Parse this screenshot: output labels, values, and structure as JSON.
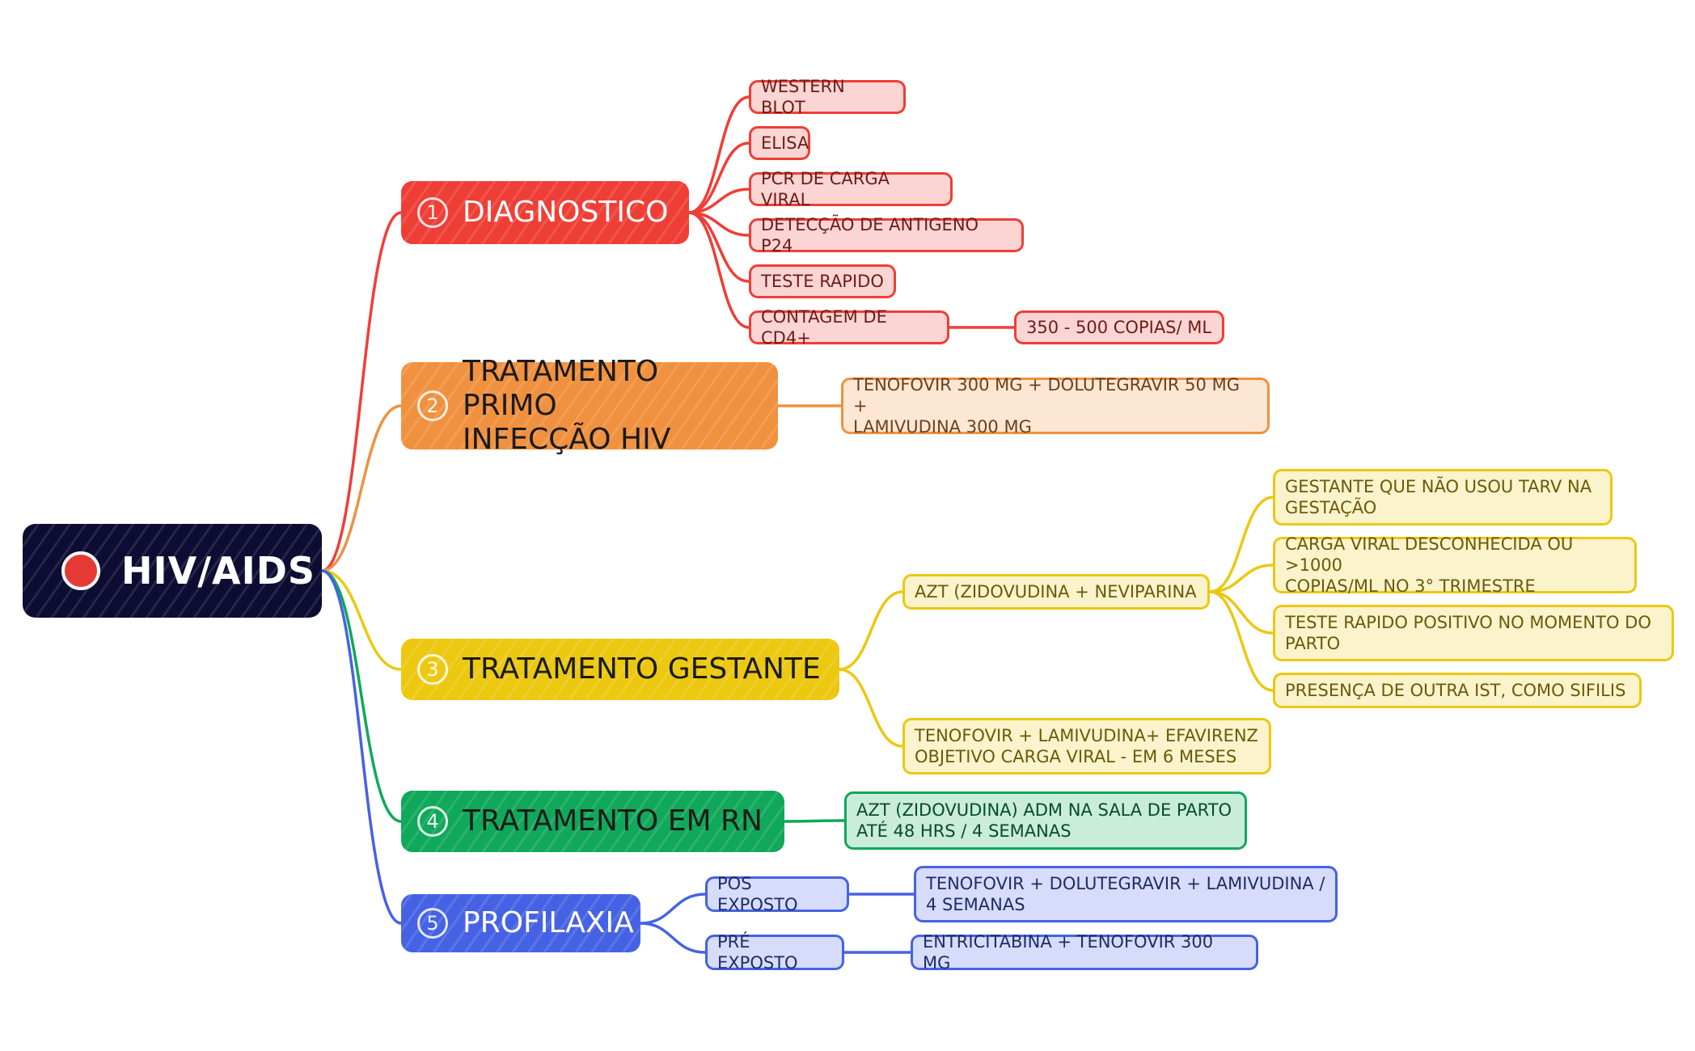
{
  "colors": {
    "root": "#0d0d33",
    "red": "#ef3e36",
    "orange": "#f0913f",
    "yellow": "#ecc811",
    "green": "#10a85a",
    "blue": "#4662e4"
  },
  "root": {
    "label": "HIV/AIDS"
  },
  "branches": [
    {
      "num": "1",
      "label": "DIAGNOSTICO",
      "color": "red",
      "children": [
        "WESTERN BLOT",
        "ELISA",
        "PCR DE CARGA VIRAL",
        "DETECÇÃO DE ANTIGENO P24",
        "TESTE RAPIDO",
        "CONTAGEM DE CD4+",
        "350 - 500 COPIAS/ ML"
      ]
    },
    {
      "num": "2",
      "label": "TRATAMENTO PRIMO\nINFECÇÃO HIV",
      "color": "orange",
      "children": [
        "TENOFOVIR 300 MG + DOLUTEGRAVIR 50 MG +\nLAMIVUDINA 300 MG"
      ]
    },
    {
      "num": "3",
      "label": "TRATAMENTO GESTANTE",
      "color": "yellow",
      "children": [
        "AZT (ZIDOVUDINA + NEVIPARINA",
        "GESTANTE QUE NÃO USOU TARV NA\nGESTAÇÃO",
        "CARGA VIRAL DESCONHECIDA OU >1000\nCOPIAS/ML NO 3° TRIMESTRE",
        "TESTE RAPIDO POSITIVO NO MOMENTO DO\nPARTO",
        "PRESENÇA DE OUTRA IST, COMO SIFILIS",
        "TENOFOVIR + LAMIVUDINA+ EFAVIRENZ\nOBJETIVO CARGA VIRAL - EM 6 MESES"
      ]
    },
    {
      "num": "4",
      "label": "TRATAMENTO EM RN",
      "color": "green",
      "children": [
        "AZT (ZIDOVUDINA) ADM NA SALA DE PARTO\nATÉ 48 HRS / 4 SEMANAS"
      ]
    },
    {
      "num": "5",
      "label": "PROFILAXIA",
      "color": "blue",
      "children": [
        "POS EXPOSTO",
        "TENOFOVIR + DOLUTEGRAVIR + LAMIVUDINA /\n4 SEMANAS",
        "PRÉ EXPOSTO",
        "ENTRICITABINA + TENOFOVIR 300 MG"
      ]
    }
  ]
}
